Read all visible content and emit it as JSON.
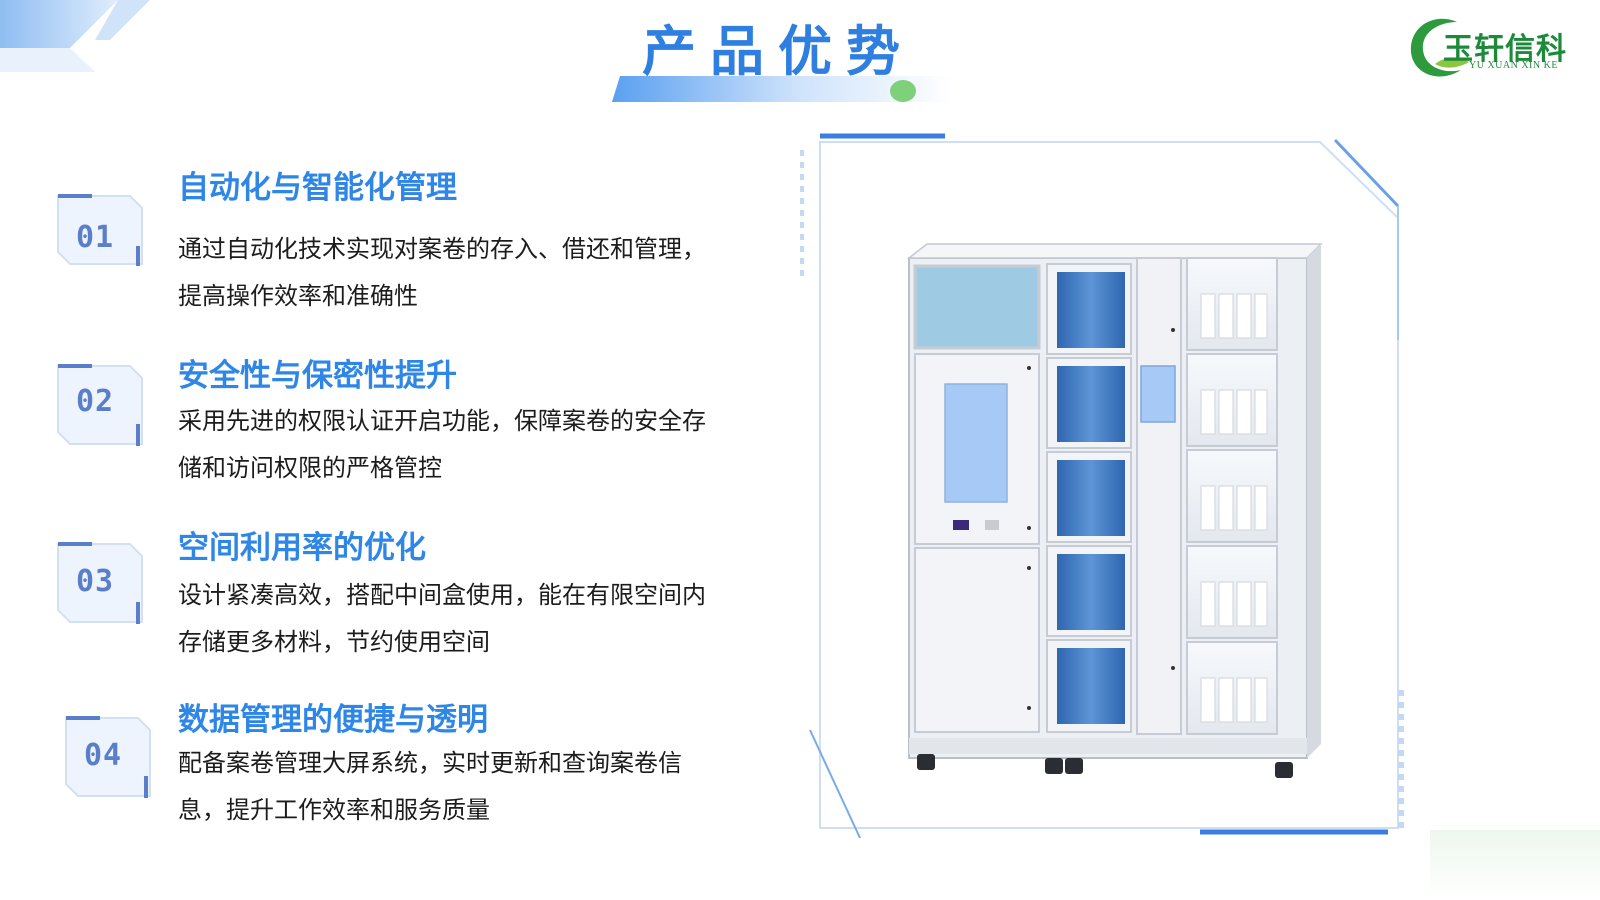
{
  "header": {
    "title": "产品优势",
    "logo_text": "玉轩信科",
    "logo_sub": "YU XUAN XIN KE"
  },
  "colors": {
    "title_blue": "#2f7fe0",
    "feature_title_blue": "#2e86e6",
    "badge_blue": "#5a7ec9",
    "brand_green": "#1d8a3a"
  },
  "features": [
    {
      "num": "01",
      "title": "自动化与智能化管理",
      "desc": "通过自动化技术实现对案卷的存入、借还和管理，提高操作效率和准确性"
    },
    {
      "num": "02",
      "title": "安全性与保密性提升",
      "desc": "采用先进的权限认证开启功能，保障案卷的安全存储和访问权限的严格管控"
    },
    {
      "num": "03",
      "title": "空间利用率的优化",
      "desc": "设计紧凑高效，搭配中间盒使用，能在有限空间内存储更多材料，节约使用空间"
    },
    {
      "num": "04",
      "title": "数据管理的便捷与透明",
      "desc": "配备案卷管理大屏系统，实时更新和查询案卷信息，提升工作效率和服务质量"
    }
  ],
  "icons": {
    "badge": "number-badge-icon",
    "logo": "leaf-c-logo-icon",
    "product": "file-cabinet-image"
  }
}
